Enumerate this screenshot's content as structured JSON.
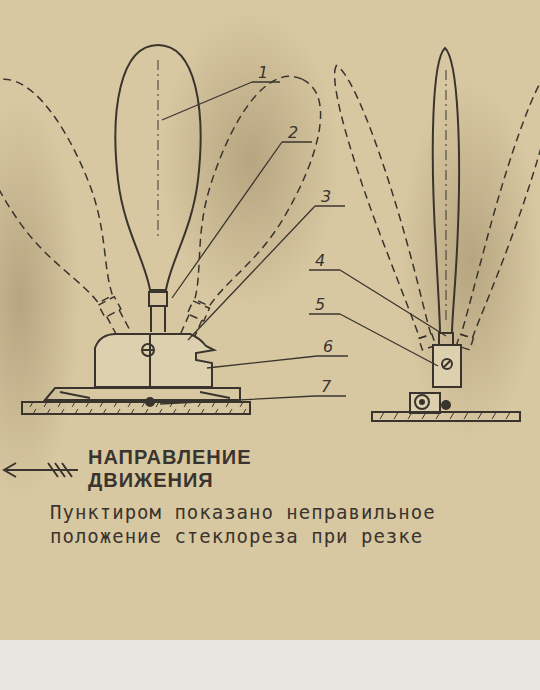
{
  "diagram": {
    "caption": "Пунктиром показано неправильное положение стеклореза при резке",
    "labels": [
      "1",
      "2",
      "3",
      "4",
      "5",
      "6",
      "7",
      "НАПРАВЛЕНИЕ ДВИЖЕНИЯ"
    ]
  }
}
